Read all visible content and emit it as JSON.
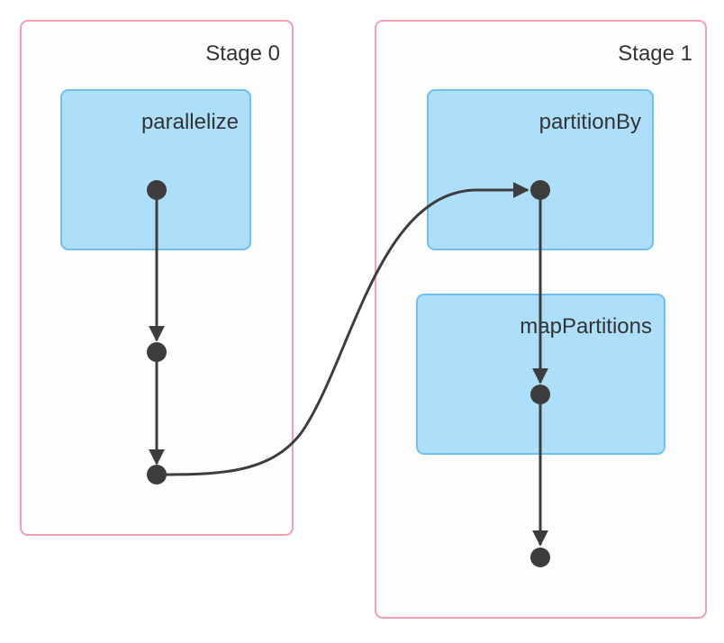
{
  "diagram": {
    "stages": [
      {
        "label": "Stage 0"
      },
      {
        "label": "Stage 1"
      }
    ],
    "operations": [
      {
        "label": "parallelize",
        "stage": "Stage 0"
      },
      {
        "label": "partitionBy",
        "stage": "Stage 1"
      },
      {
        "label": "mapPartitions",
        "stage": "Stage 1"
      }
    ]
  },
  "colors": {
    "stage_border": "#f0a0b0",
    "operation_fill": "#addffb",
    "operation_border": "#6dc0f0",
    "edge": "#3d3d3d"
  }
}
